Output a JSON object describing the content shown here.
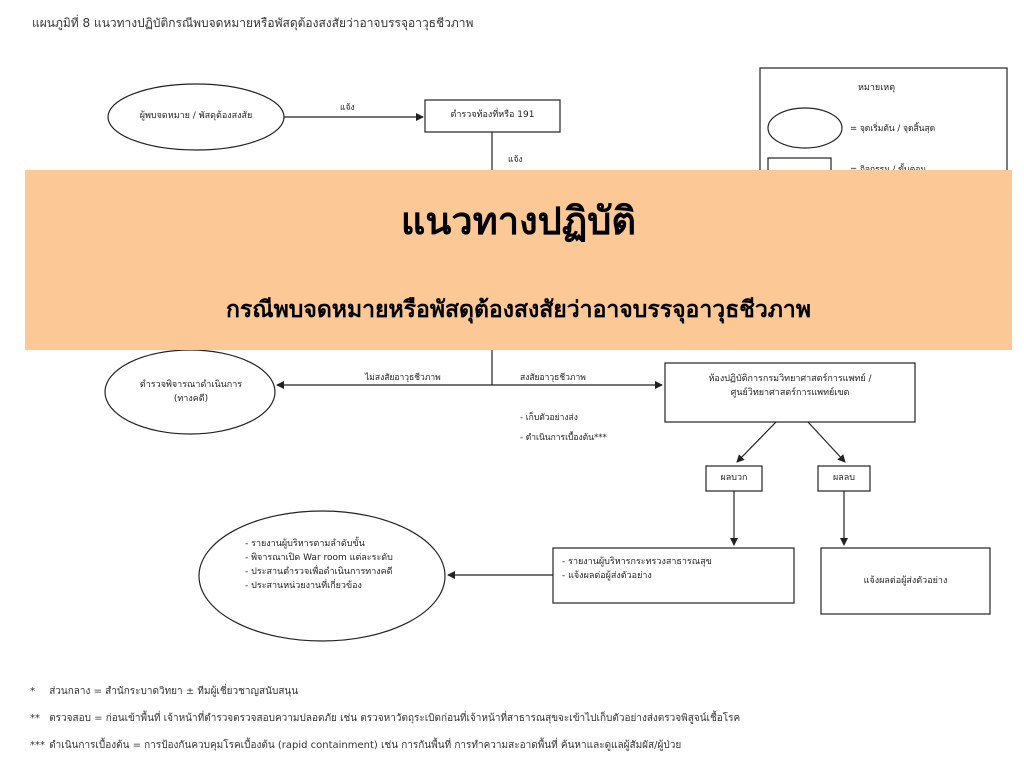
{
  "figure_title": "แผนภูมิที่ 8 แนวทางปฏิบัติกรณีพบจดหมายหรือพัสดุต้องสงสัยว่าอาจบรรจุอาวุธชีวภาพ",
  "banner": {
    "title": "แนวทางปฏิบัติ",
    "subtitle": "กรณีพบจดหมายหรือพัสดุต้องสงสัยว่าอาจบรรจุอาวุธชีวภาพ"
  },
  "legend": {
    "title": "หมายเหตุ",
    "items": [
      {
        "shape": "ellipse",
        "label": "= จุดเริ่มต้น / จุดสิ้นสุด"
      },
      {
        "shape": "rect",
        "label": "= กิจกรรม / ขั้นตอน"
      }
    ]
  },
  "nodes": {
    "finder": "ผู้พบจดหมาย / พัสดุต้องสงสัย",
    "police_191": "ตำรวจท้องที่หรือ 191",
    "police_case": [
      "ตำรวจพิจารณาดำเนินการ",
      "(ทางคดี)"
    ],
    "lab": [
      "ห้องปฏิบัติการกรมวิทยาศาสตร์การแพทย์ /",
      "ศูนย์วิทยาศาสตร์การแพทย์เขต"
    ],
    "positive": "ผลบวก",
    "negative": "ผลลบ",
    "report_moph": [
      "- รายงานผู้บริหารกระทรวงสาธารณสุข",
      "- แจ้งผลต่อผู้ส่งตัวอย่าง"
    ],
    "notify_sender": "แจ้งผลต่อผู้ส่งตัวอย่าง",
    "final_actions": [
      "- รายงานผู้บริหารตามลำดับขั้น",
      "- พิจารณาเปิด War room แต่ละระดับ",
      "- ประสานตำรวจเพื่อดำเนินการทางคดี",
      "- ประสานหน่วยงานที่เกี่ยวข้อง"
    ]
  },
  "edges": {
    "finder_to_police": "แจ้ง",
    "police_down": "แจ้ง",
    "not_suspected": "ไม่สงสัยอาวุธชีวภาพ",
    "suspected": "สงสัยอาวุธชีวภาพ"
  },
  "suspected_notes": [
    "- เก็บตัวอย่างส่ง",
    "- ดำเนินการเบื้องต้น***"
  ],
  "footnotes": [
    {
      "mark": "*",
      "text": "ส่วนกลาง = สำนักระบาดวิทยา ± ทีมผู้เชี่ยวชาญสนับสนุน"
    },
    {
      "mark": "**",
      "text": "ตรวจสอบ = ก่อนเข้าพื้นที่ เจ้าหน้าที่ตำรวจตรวจสอบความปลอดภัย เช่น ตรวจหาวัตถุระเบิดก่อนที่เจ้าหน้าที่สาธารณสุขจะเข้าไปเก็บตัวอย่างส่งตรวจพิสูจน์เชื้อโรค"
    },
    {
      "mark": "***",
      "text": "ดำเนินการเบื้องต้น = การป้องกันควบคุมโรคเบื้องต้น (rapid containment) เช่น การกันพื้นที่ การทำความสะอาดพื้นที่ ค้นหาและดูแลผู้สัมผัส/ผู้ป่วย"
    }
  ]
}
